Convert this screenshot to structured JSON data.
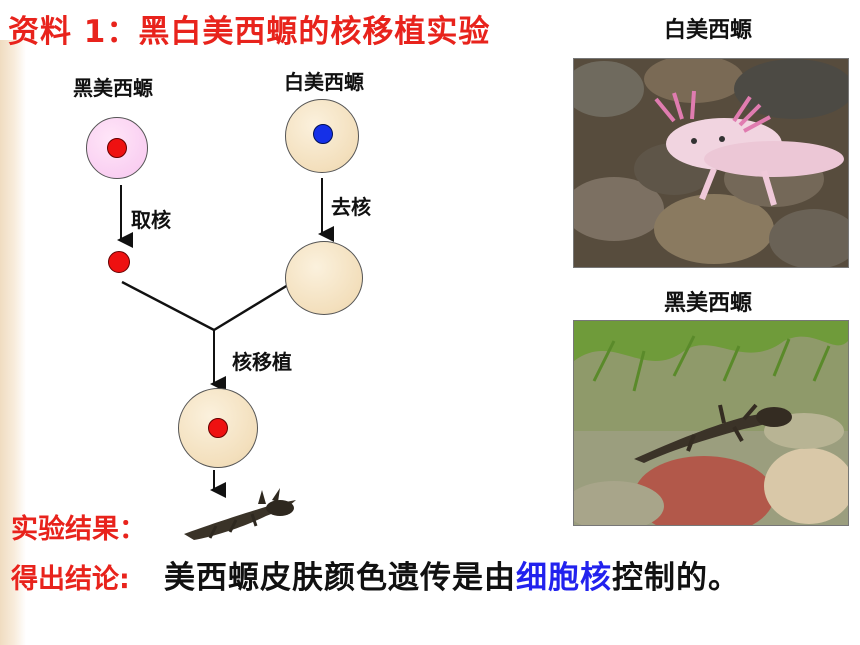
{
  "title": "资料 1：黑白美西螈的核移植实验",
  "photos": {
    "white_label": "白美西螈",
    "black_label": "黑美西螈"
  },
  "diagram": {
    "black_label": "黑美西螈",
    "white_label": "白美西螈",
    "step_take_nucleus": "取核",
    "step_remove_nucleus": "去核",
    "step_transplant": "核移植"
  },
  "result": {
    "label": "实验结果：",
    "conclusion_label": "得出结论:",
    "conclusion_prefix": "美西螈皮肤颜色遗传是由",
    "conclusion_highlight": "细胞核",
    "conclusion_suffix": "控制的。"
  },
  "colors": {
    "title": "#e8231c",
    "highlight": "#2222ee",
    "nucleus_black": "#ee1111",
    "nucleus_white": "#1530e8",
    "egg_black": "#f7c6ef",
    "egg_white": "#f3dfbc"
  }
}
